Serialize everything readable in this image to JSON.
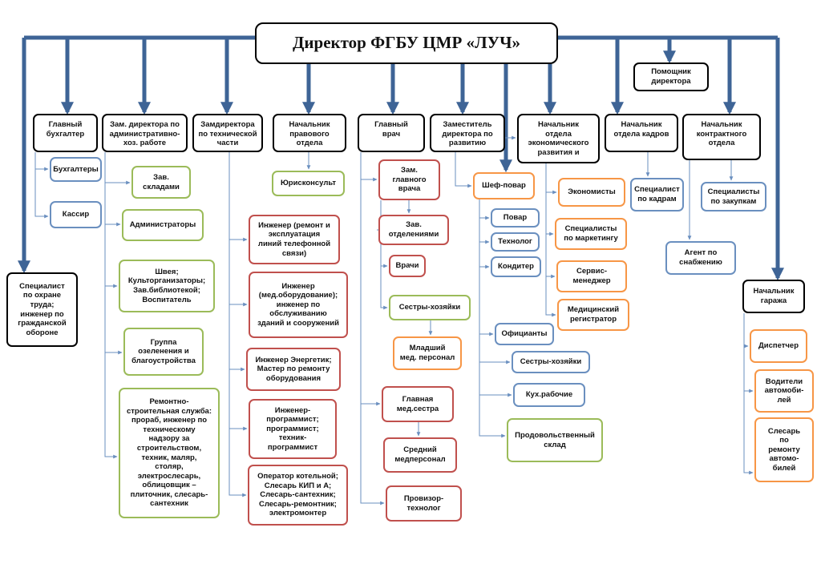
{
  "director": "Директор ФГБУ ЦМР «ЛУЧ»",
  "nodes": {
    "assistant": "Помощник\nдиректора",
    "chief_accountant": "Главный\nбухгалтер",
    "accountants": "Бухгалтеры",
    "cashier": "Кассир",
    "labor_safety": "Специалист\nпо охране\nтруда;\nинженер по\nгражданской\nобороне",
    "deputy_admin": "Зам. директора по\nадминистративно-\nхоз. работе",
    "warehouse_heads": "Зав.\nскладами",
    "administrators": "Администраторы",
    "seamstress": "Швея;\nКульторганизаторы;\nЗав.библиотекой;\nВоспитатель",
    "landscaping": "Группа\nозеленения и\nблагоустройства",
    "repair_service": "Ремонтно-\nстроительная служба:\nпрораб, инженер по\nтехническому\nнадзору за\nстроительством,\nтехник, маляр,\nстоляр,\nэлектрослесарь,\nоблицовщик –\nплиточник, слесарь-\nсантехник",
    "deputy_tech": "Замдиректора\nпо технической\nчасти",
    "eng_phone": "Инженер (ремонт и\nэксплуатация\nлиний телефонной\nсвязи)",
    "eng_med": "Инженер\n(мед.оборудование);\nинженер по\nобслуживанию\nзданий и сооружений",
    "eng_energy": "Инженер Энергетик;\nМастер по ремонту\nоборудования",
    "eng_prog": "Инженер-\nпрограммист;\nпрограммист;\nтехник-\nпрограммист",
    "operator": "Оператор котельной;\nСлесарь КИП и А;\nСлесарь-сантехник;\nСлесарь-ремонтник;\nэлектромонтер",
    "legal_head": "Начальник\nправового\nотдела",
    "lawyer": "Юрисконсульт",
    "chief_doctor": "Главный\nврач",
    "deputy_doctor": "Зам.\nглавного\nврача",
    "dept_heads": "Зав.\nотделениями",
    "doctors": "Врачи",
    "housekeepers_med": "Сестры-хозяйки",
    "junior_staff": "Младший\nмед. персонал",
    "head_nurse": "Главная\nмед.сестра",
    "mid_staff": "Средний\nмедперсонал",
    "pharmacist": "Провизор-\nтехнолог",
    "deputy_dev": "Заместитель\nдиректора по\nразвитию",
    "chef": "Шеф-повар",
    "cook": "Повар",
    "technologist": "Технолог",
    "confectioner": "Кондитер",
    "waiters": "Официанты",
    "housekeepers_kitchen": "Сестры-хозяйки",
    "kitchen_workers": "Кух.рабочие",
    "food_warehouse": "Продовольственный\nсклад",
    "econ_head": "Начальник\nотдела\nэкономического\nразвития и",
    "economists": "Экономисты",
    "marketing": "Специалисты\nпо маркетингу",
    "service_manager": "Сервис-\nменеджер",
    "med_registrar": "Медицинский\nрегистратор",
    "hr_head": "Начальник\nотдела кадров",
    "hr_specialist": "Специалист\nпо кадрам",
    "procurement_head": "Начальник\nконтрактного\nотдела",
    "procurement_specialists": "Специалисты\nпо закупкам",
    "supply_agent": "Агент по\nснабжению",
    "garage_head": "Начальник\nгаража",
    "dispatcher": "Диспетчер",
    "drivers": "Водители\nавтомоби-\nлей",
    "auto_mechanic": "Слесарь\nпо\nремонту\nавтомо-\nбилей"
  },
  "colors": {
    "primary_arrow": "#3e6496",
    "connector": "#6a8fbf",
    "black_border": "#000000",
    "blue_border": "#6a8fbf",
    "green_border": "#9bbb59",
    "red_border": "#c0504d",
    "orange_border": "#f79646"
  }
}
